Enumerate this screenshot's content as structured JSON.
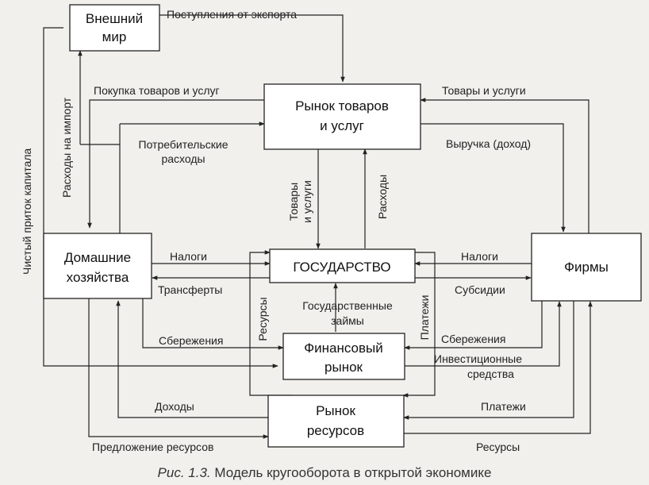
{
  "nodes": {
    "external_world": [
      "Внешний",
      "мир"
    ],
    "goods_market": [
      "Рынок товаров",
      "и услуг"
    ],
    "households": [
      "Домашние",
      "хозяйства"
    ],
    "government": "ГОСУДАРСТВО",
    "firms": "Фирмы",
    "financial_market": [
      "Финансовый",
      "рынок"
    ],
    "resource_market": [
      "Рынок",
      "ресурсов"
    ]
  },
  "flows": {
    "export_receipts": "Поступления от экспорта",
    "import_spending": "Расходы на импорт",
    "net_capital_inflow": "Чистый приток капитала",
    "purchase_goods": "Покупка товаров и услуг",
    "goods_services_top": "Товары и услуги",
    "consumer_spending": [
      "Потребительские",
      "расходы"
    ],
    "revenue": "Выручка (доход)",
    "goods_to_gov": [
      "Товары",
      "и услуги"
    ],
    "gov_spending": "Расходы",
    "taxes_households": "Налоги",
    "transfers": "Трансферты",
    "taxes_firms": "Налоги",
    "subsidies": "Субсидии",
    "gov_resources": "Ресурсы",
    "gov_payments": "Платежи",
    "gov_loans": [
      "Государственные",
      "займы"
    ],
    "savings_households": "Сбережения",
    "savings_firms": "Сбережения",
    "investment": [
      "Инвестиционные",
      "средства"
    ],
    "income": "Доходы",
    "payments_firms": "Платежи",
    "resource_supply": "Предложение ресурсов",
    "resources_firms": "Ресурсы"
  },
  "caption": {
    "prefix": "Рис. 1.3.",
    "text": " Модель кругооборота в открытой экономике"
  }
}
